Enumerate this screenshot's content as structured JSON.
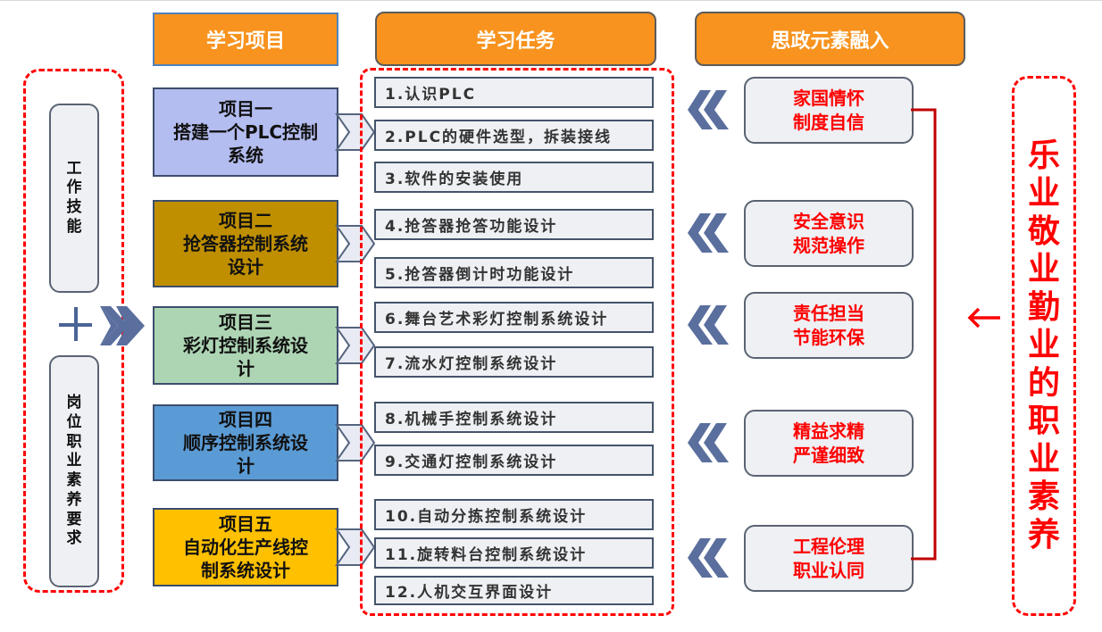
{
  "headers": {
    "projects": "学习项目",
    "tasks": "学习任务",
    "values": "思政元素融入"
  },
  "left_panel": {
    "top_pill": [
      "工",
      "作",
      "技",
      "能"
    ],
    "bottom_pill": [
      "岗",
      "位",
      "职",
      "业",
      "素",
      "养",
      "要",
      "求"
    ],
    "plus_icon": "plus-icon",
    "arrow_icon": "double-chevron-right-icon"
  },
  "projects": [
    {
      "title": "项目一",
      "line1": "搭建一个PLC控制",
      "line2": "系统",
      "color": "#b4bdf0"
    },
    {
      "title": "项目二",
      "line1": "抢答器控制系统",
      "line2": "设计",
      "color": "#bf8f00"
    },
    {
      "title": "项目三",
      "line1": "彩灯控制系统设",
      "line2": "计",
      "color": "#add5b4"
    },
    {
      "title": "项目四",
      "line1": "顺序控制系统设",
      "line2": "计",
      "color": "#5b9bd5"
    },
    {
      "title": "项目五",
      "line1": "自动化生产线控",
      "line2": "制系统设计",
      "color": "#ffc000"
    }
  ],
  "tasks": [
    "1.认识PLC",
    "2.PLC的硬件选型，拆装接线",
    "3.软件的安装使用",
    "4.抢答器抢答功能设计",
    "5.抢答器倒计时功能设计",
    "6.舞台艺术彩灯控制系统设计",
    "7.流水灯控制系统设计",
    "8.机械手控制系统设计",
    "9.交通灯控制系统设计",
    "10.自动分拣控制系统设计",
    "11.旋转料台控制系统设计",
    "12.人机交互界面设计"
  ],
  "values": [
    {
      "line1": "家国情怀",
      "line2": "制度自信"
    },
    {
      "line1": "安全意识",
      "line2": "规范操作"
    },
    {
      "line1": "责任担当",
      "line2": "节能环保"
    },
    {
      "line1": "精益求精",
      "line2": "严谨细致"
    },
    {
      "line1": "工程伦理",
      "line2": "职业认同"
    }
  ],
  "right_title": [
    "乐",
    "业",
    "敬",
    "业",
    "勤",
    "业",
    "的",
    "职",
    "业",
    "素",
    "养"
  ],
  "colors": {
    "header_orange": "#f7931e",
    "accent_red": "#ff0000",
    "bracket_red": "#c00000",
    "arrow_blue": "#5a6f9e"
  }
}
